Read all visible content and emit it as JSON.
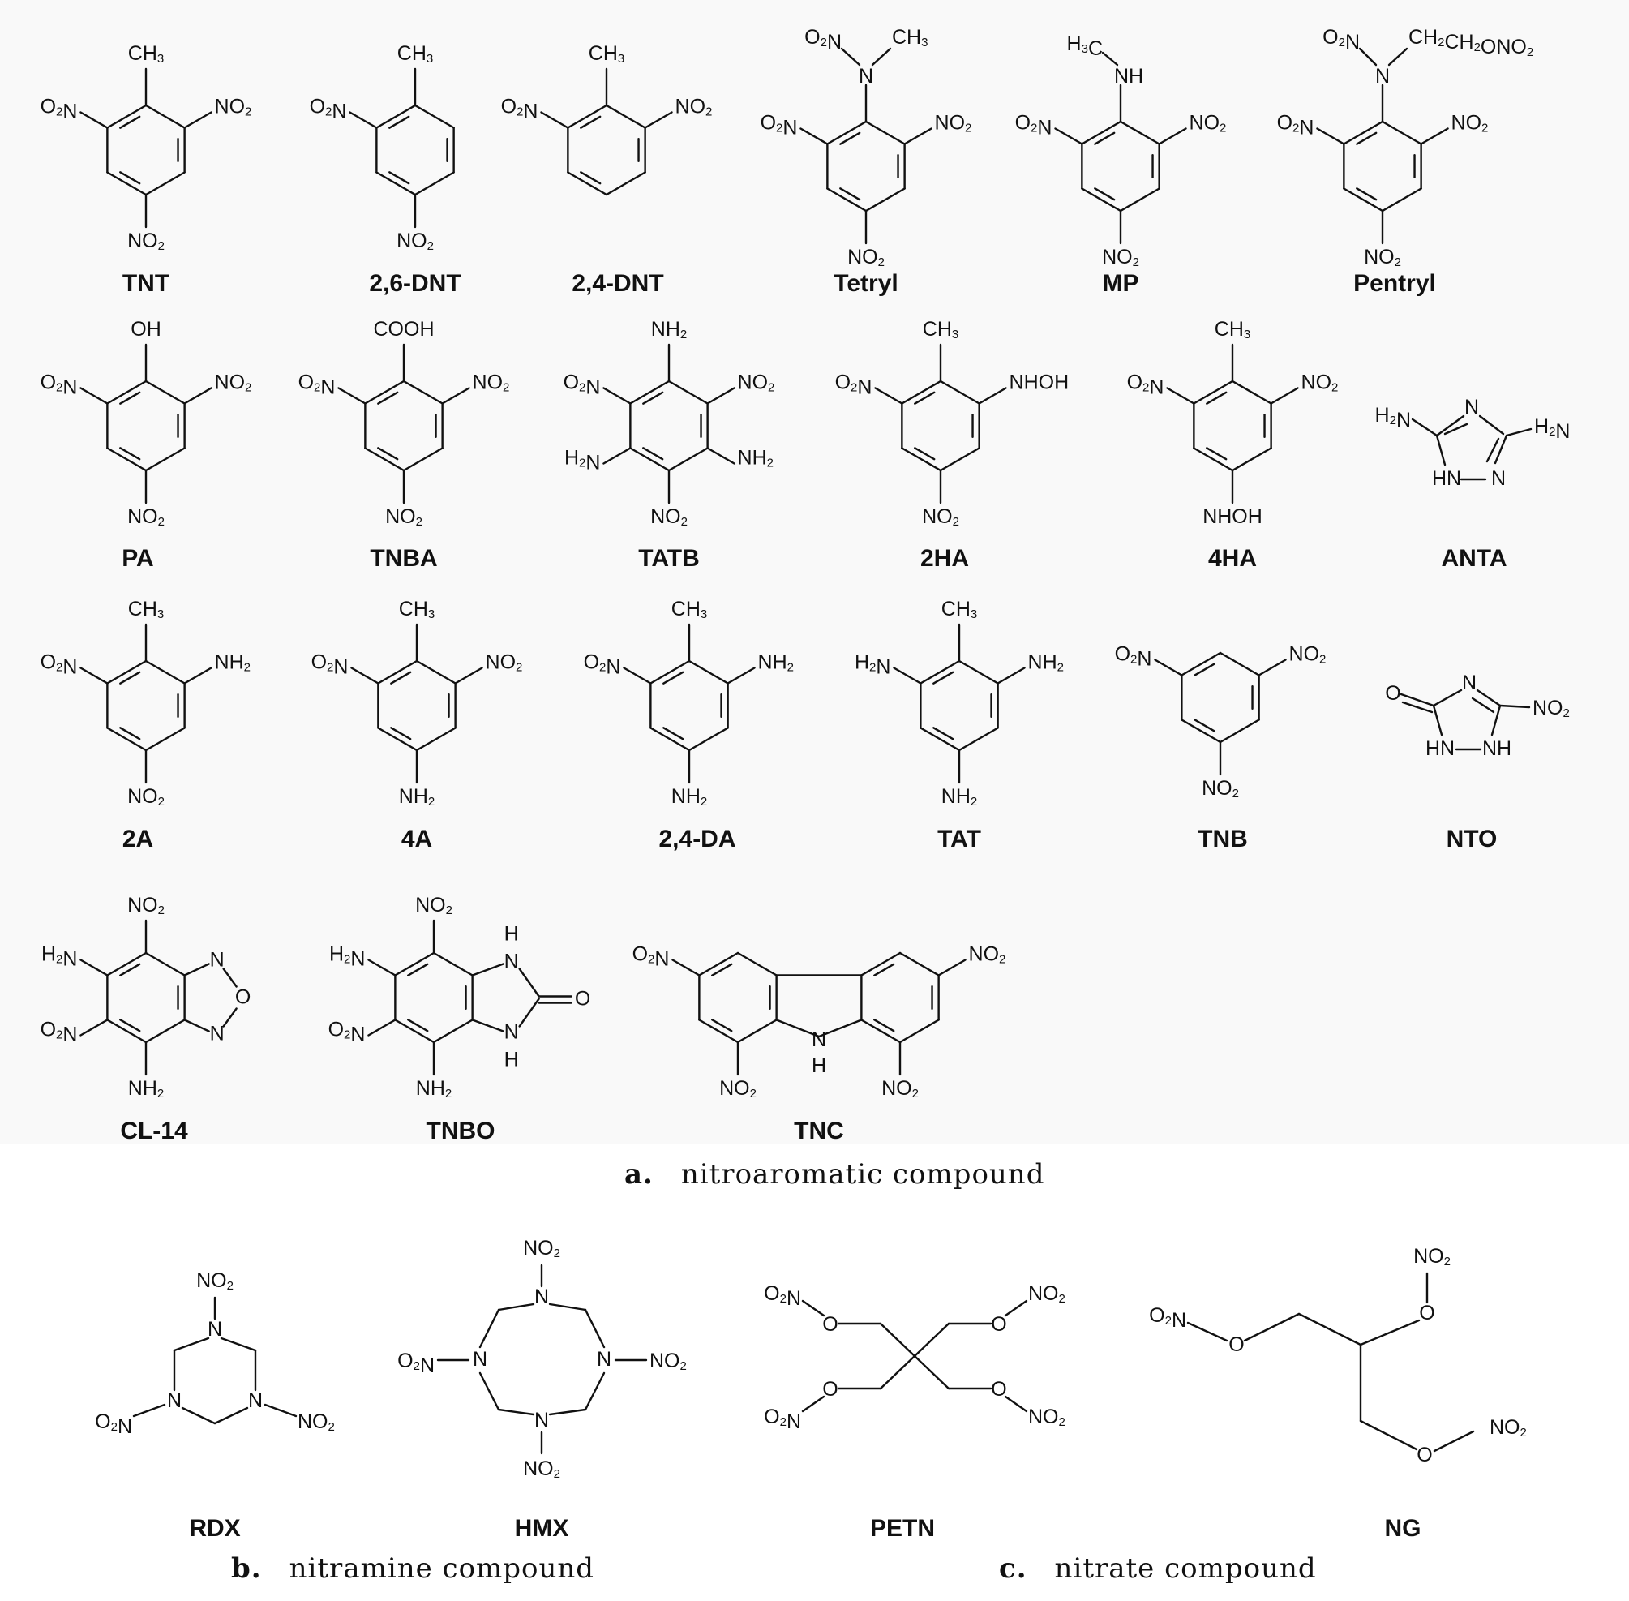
{
  "captions": {
    "a": {
      "letter": "a.",
      "text": "nitroaromatic compound"
    },
    "b": {
      "letter": "b.",
      "text": "nitramine compound"
    },
    "c": {
      "letter": "c.",
      "text": "nitrate compound"
    }
  },
  "names": {
    "tnt": "TNT",
    "dnt26": "2,6-DNT",
    "dnt24": "2,4-DNT",
    "tetryl": "Tetryl",
    "mp": "MP",
    "pentryl": "Pentryl",
    "pa": "PA",
    "tnba": "TNBA",
    "tatb": "TATB",
    "ha2": "2HA",
    "ha4": "4HA",
    "anta": "ANTA",
    "a2": "2A",
    "a4": "4A",
    "da24": "2,4-DA",
    "tat": "TAT",
    "tnb": "TNB",
    "nto": "NTO",
    "cl14": "CL-14",
    "tnbo": "TNBO",
    "tnc": "TNC",
    "rdx": "RDX",
    "hmx": "HMX",
    "petn": "PETN",
    "ng": "NG"
  },
  "atom_labels": [
    "CH3",
    "NO2",
    "O2N",
    "H3C",
    "NH",
    "N",
    "O",
    "OH",
    "COOH",
    "NH2",
    "H2N",
    "NHOH",
    "HN",
    "H",
    "CH2CH2ONO2"
  ]
}
